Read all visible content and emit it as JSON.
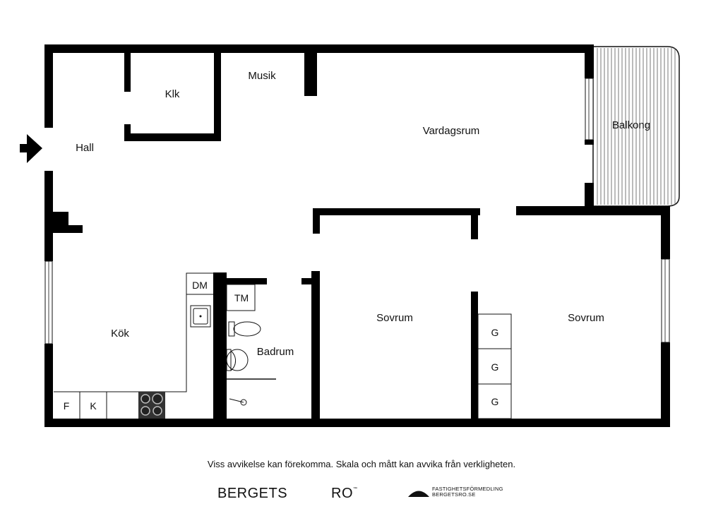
{
  "rooms": {
    "hall": "Hall",
    "klk": "Klk",
    "musik": "Musik",
    "vardagsrum": "Vardagsrum",
    "balkong": "Balkong",
    "kok": "Kök",
    "badrum": "Badrum",
    "sovrum_1": "Sovrum",
    "sovrum_2": "Sovrum"
  },
  "fixtures": {
    "dm": "DM",
    "tm": "TM",
    "fridge": "F",
    "freezer": "K",
    "wardrobes": [
      "G",
      "G",
      "G"
    ]
  },
  "footer": {
    "disclaimer": "Viss avvikelse kan förekomma. Skala och mått kan avvika från verkligheten.",
    "brand_left": "BERGETS",
    "brand_right": "RO",
    "brand_mark": "™",
    "agency_line1": "FASTIGHETSFÖRMEDLING",
    "agency_line2": "BERGETSRO.SE"
  }
}
